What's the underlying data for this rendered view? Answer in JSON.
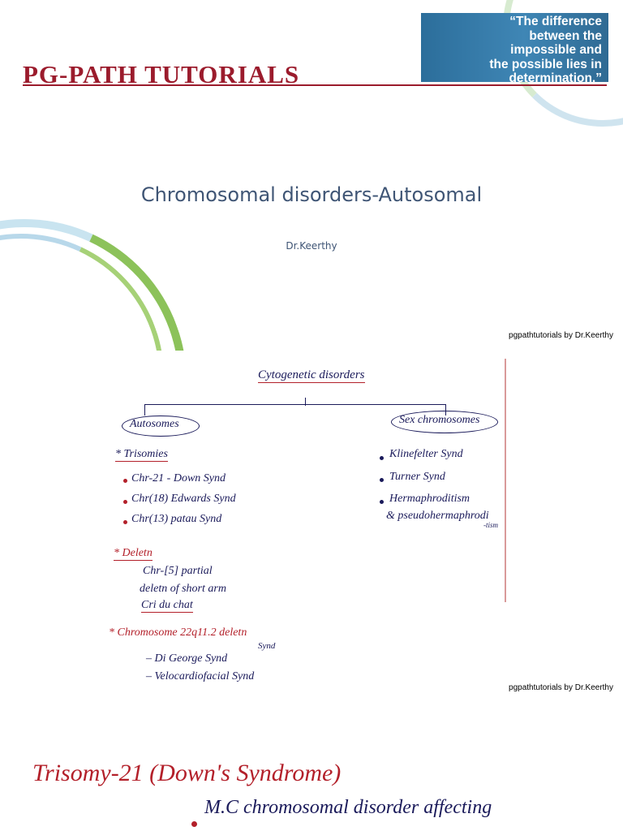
{
  "slide1": {
    "brand": "PG-PATH TUTORIALS",
    "quote_lines": [
      "“The difference",
      "between the",
      "impossible and",
      "the possible lies in",
      "determination.”"
    ],
    "title": "Chromosomal disorders-Autosomal",
    "author": "Dr.Keerthy",
    "footer": "pgpathtutorials by Dr.Keerthy"
  },
  "slide2": {
    "heading": "Cytogenetic disorders",
    "autosomes": {
      "label": "Autosomes",
      "trisomies_label": "* Trisomies",
      "trisomies": [
        "Chr-21 - Down Synd",
        "Chr(18) Edwards Synd",
        "Chr(13) patau Synd"
      ],
      "deletion_label": "* Deletn",
      "deletion_lines": [
        "Chr-[5] partial",
        "deletn of short arm",
        "Cri du chat"
      ],
      "chr22_label": "* Chromosome 22q11.2 deletn",
      "chr22_synd": "Synd",
      "chr22_items": [
        "– Di George Synd",
        "– Velocardiofacial Synd"
      ]
    },
    "sex_chromosomes": {
      "label": "Sex chromosomes",
      "items": [
        "Klinefelter Synd",
        "Turner Synd",
        "Hermaphroditism",
        "& pseudohermaphrodi"
      ],
      "suffix": "-tism"
    },
    "footer": "pgpathtutorials by Dr.Keerthy"
  },
  "slide3": {
    "title": "Trisomy-21 (Down's Syndrome)",
    "line1": "M.C chromosomal disorder affecting"
  }
}
